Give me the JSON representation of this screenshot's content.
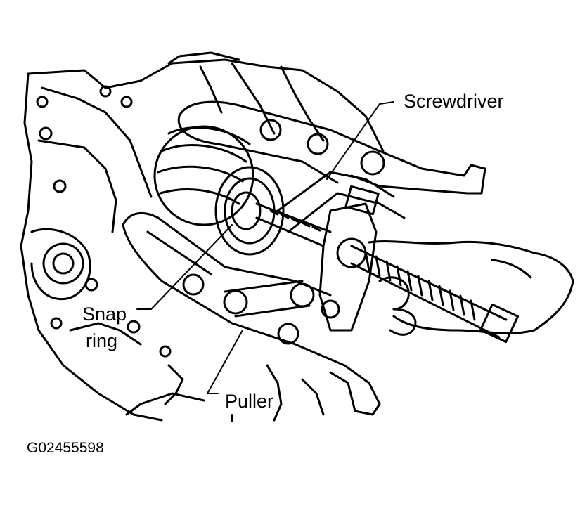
{
  "figure": {
    "callouts": {
      "screwdriver": "Screwdriver",
      "snap_line1": "Snap",
      "snap_line2": "ring",
      "puller": "Puller"
    },
    "figure_id": "G02455598"
  },
  "colors": {
    "ink": "#000000",
    "paper": "#ffffff"
  }
}
